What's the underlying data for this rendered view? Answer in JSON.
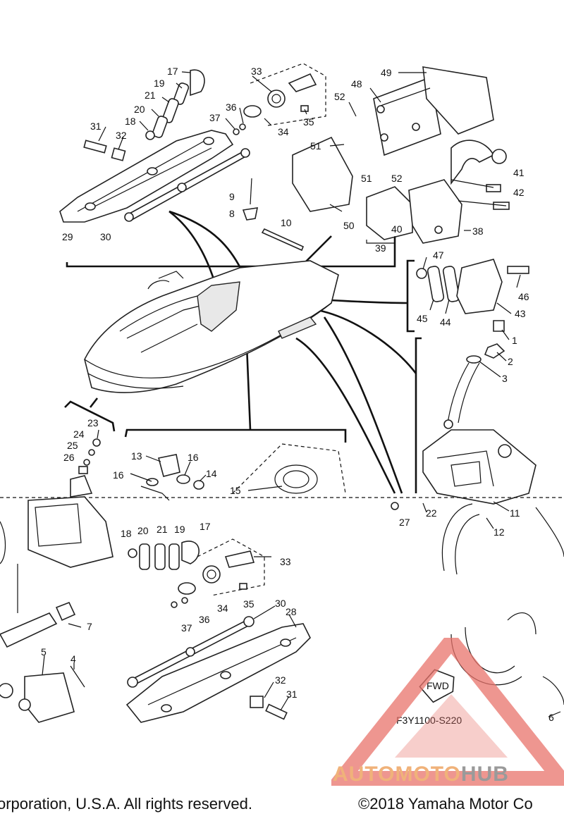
{
  "diagram": {
    "labels_top": [
      "49",
      "48",
      "52",
      "51",
      "51",
      "52",
      "41",
      "42",
      "38",
      "50",
      "40",
      "39",
      "33",
      "36",
      "35",
      "34",
      "37",
      "17",
      "19",
      "21",
      "20",
      "18",
      "31",
      "32",
      "29",
      "30",
      "9",
      "8",
      "10",
      "47",
      "46",
      "45",
      "44",
      "43",
      "1",
      "2",
      "3"
    ],
    "labels_bottom": [
      "23",
      "24",
      "25",
      "26",
      "13",
      "16",
      "16",
      "14",
      "15",
      "18",
      "20",
      "21",
      "19",
      "17",
      "33",
      "36",
      "35",
      "34",
      "37",
      "30",
      "28",
      "32",
      "31",
      "27",
      "22",
      "11",
      "12",
      "7",
      "5",
      "4",
      "6"
    ],
    "drawing_code": "F3Y1100-S220",
    "fwd_label": "FWD"
  },
  "watermark": {
    "text_part1": "AUTOMOTO",
    "text_part2": "HUB",
    "color_part1": "#f0b27a",
    "color_part2": "#9a9a9a",
    "triangle_color": "#e8736b"
  },
  "footer": {
    "left": "orporation, U.S.A. All rights reserved.",
    "right": "©2018 Yamaha Motor Co"
  }
}
